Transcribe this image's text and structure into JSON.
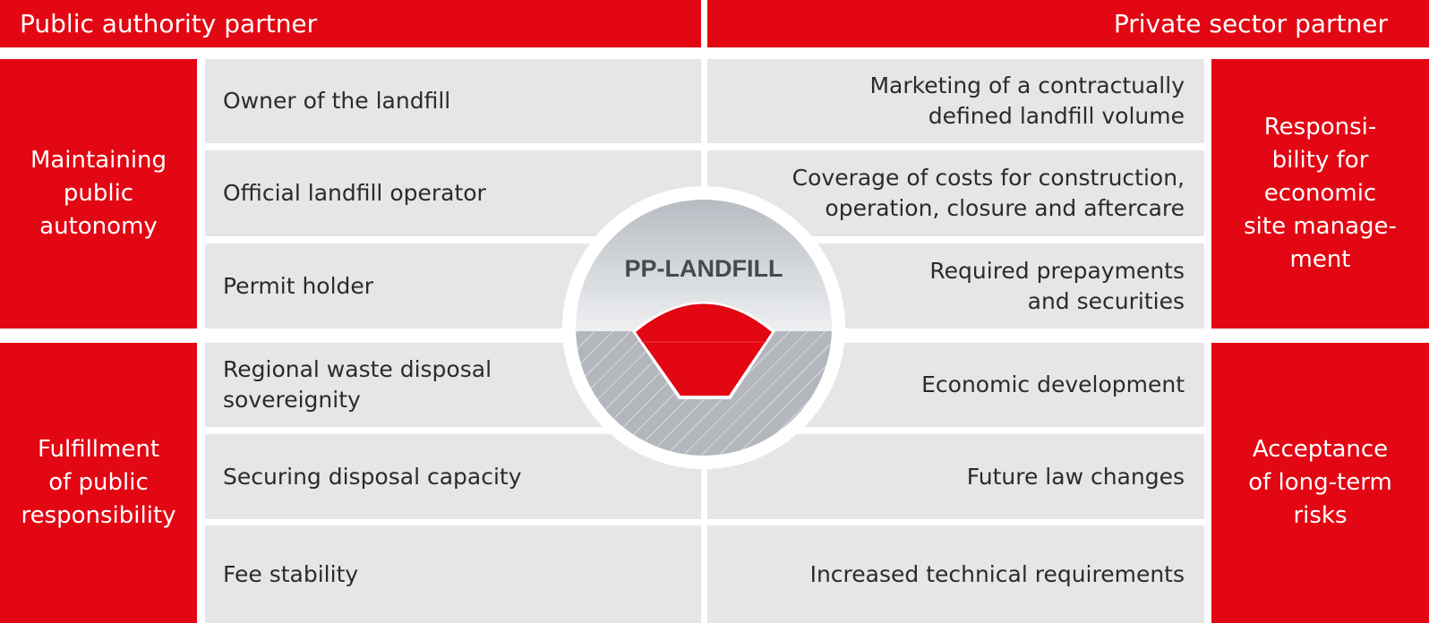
{
  "header": {
    "left_title": "Public authority partner",
    "right_title": "Private sector partner"
  },
  "left": {
    "groups": [
      {
        "label": "Maintaining\npublic\nautonomy",
        "items": [
          "Owner of the landfill",
          "Official landfill operator",
          "Permit holder"
        ]
      },
      {
        "label": "Fulfillment\nof public\nresponsibility",
        "items": [
          "Regional waste disposal\nsovereignity",
          "Securing disposal capacity",
          "Fee stability"
        ]
      }
    ]
  },
  "right": {
    "groups": [
      {
        "label": "Responsi-\nbility for\neconomic\nsite manage-\nment",
        "items": [
          "Marketing of a contractually\ndefined landfill volume",
          "Coverage of costs for construction,\noperation, closure and aftercare",
          "Required prepayments\nand securities"
        ]
      },
      {
        "label": "Acceptance\nof long-term\nrisks",
        "items": [
          "Economic development",
          "Future law changes",
          "Increased technical requirements"
        ]
      }
    ]
  },
  "center": {
    "title": "PP-LANDFILL",
    "icon": "landfill-cross-section-icon"
  },
  "colors": {
    "brand_red": "#e30613",
    "cell_gray": "#e6e6e8",
    "text_dark": "#2b2b2b",
    "circle_gray": "#b3b7bd"
  }
}
